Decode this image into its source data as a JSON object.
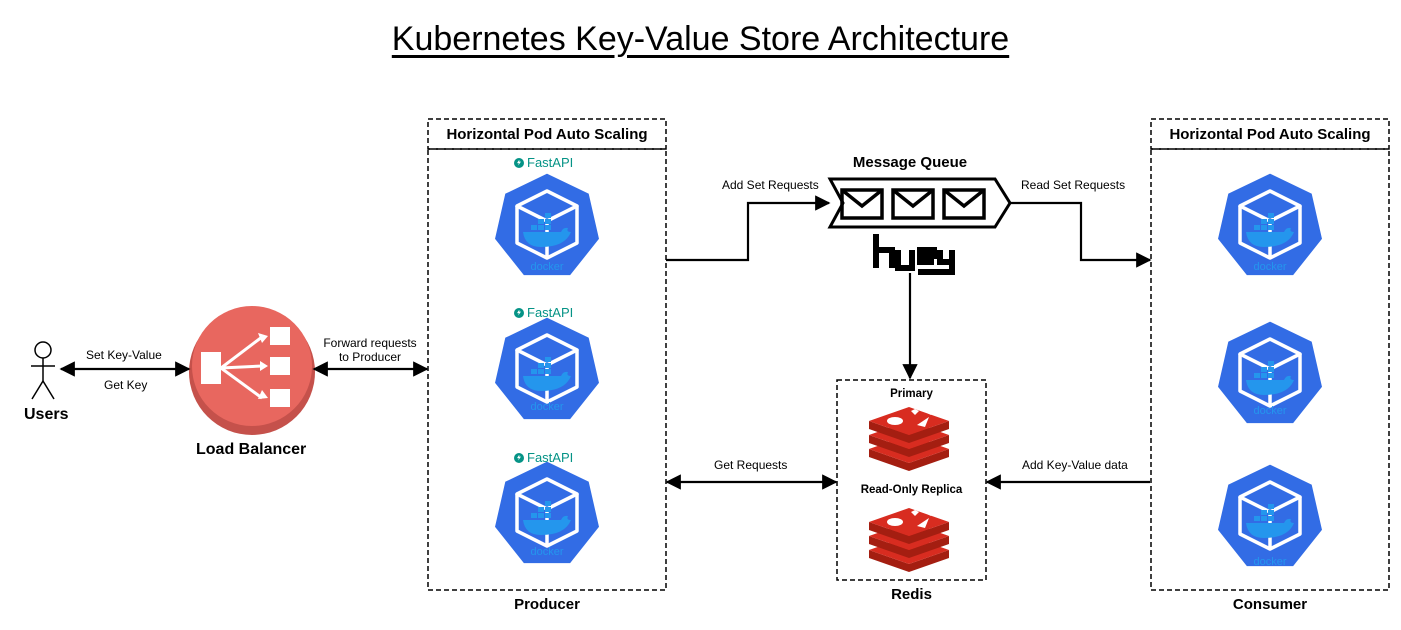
{
  "title": "Kubernetes Key-Value Store Architecture",
  "users": {
    "label": "Users"
  },
  "load_balancer": {
    "label": "Load Balancer"
  },
  "edges": {
    "set_key_value": "Set Key-Value",
    "get_key": "Get Key",
    "forward_line1": "Forward requests",
    "forward_line2": "to Producer",
    "add_set_requests": "Add Set Requests",
    "read_set_requests": "Read Set Requests",
    "get_requests": "Get Requests",
    "add_key_value_data": "Add Key-Value data"
  },
  "producer": {
    "group_label": "Horizontal Pod Auto Scaling",
    "label": "Producer",
    "fastapi_badge": "FastAPI",
    "pods": [
      {
        "docker_text": "docker"
      },
      {
        "docker_text": "docker"
      },
      {
        "docker_text": "docker"
      }
    ]
  },
  "consumer": {
    "group_label": "Horizontal Pod Auto Scaling",
    "label": "Consumer",
    "pods": [
      {
        "docker_text": "docker"
      },
      {
        "docker_text": "docker"
      },
      {
        "docker_text": "docker"
      }
    ]
  },
  "message_queue": {
    "label": "Message Queue",
    "brand": "huey"
  },
  "redis": {
    "label": "Redis",
    "primary": "Primary",
    "replica": "Read-Only Replica"
  },
  "colors": {
    "k8s_blue": "#326ce5",
    "lb_red": "#e8675f",
    "redis_red": "#c6302b",
    "fastapi_teal": "#059386",
    "docker_blue": "#2496ed"
  }
}
